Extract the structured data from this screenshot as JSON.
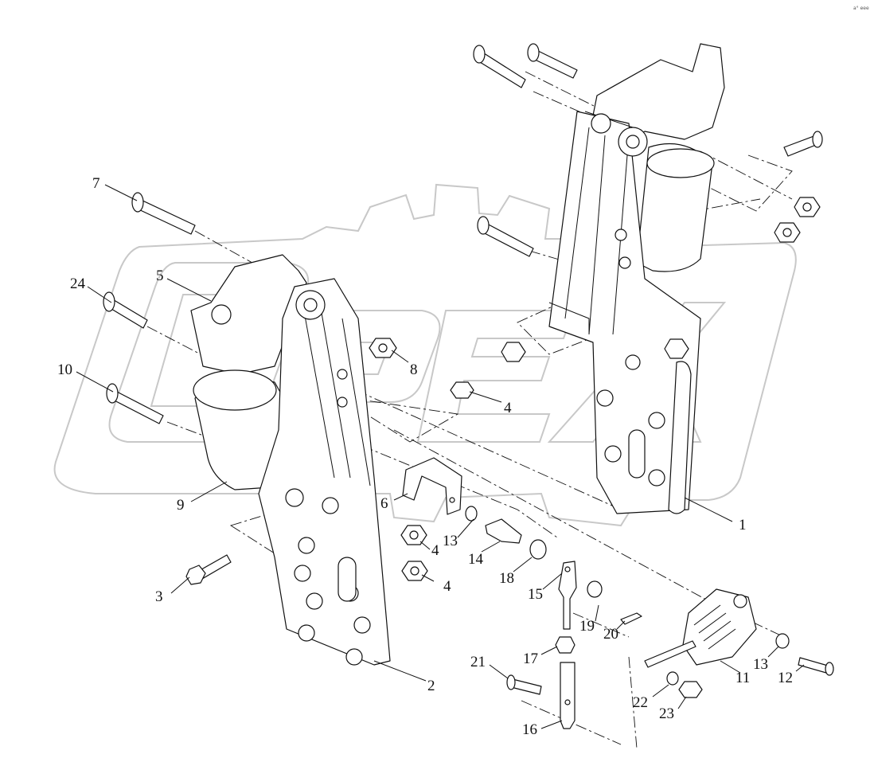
{
  "watermark": "OPEX",
  "corner_text": "a° eee",
  "callouts": [
    {
      "id": "1",
      "label": "1"
    },
    {
      "id": "2",
      "label": "2"
    },
    {
      "id": "3",
      "label": "3"
    },
    {
      "id": "4a",
      "label": "4"
    },
    {
      "id": "4b",
      "label": "4"
    },
    {
      "id": "4c",
      "label": "4"
    },
    {
      "id": "5",
      "label": "5"
    },
    {
      "id": "6",
      "label": "6"
    },
    {
      "id": "7",
      "label": "7"
    },
    {
      "id": "8",
      "label": "8"
    },
    {
      "id": "9",
      "label": "9"
    },
    {
      "id": "10",
      "label": "10"
    },
    {
      "id": "11",
      "label": "11"
    },
    {
      "id": "12",
      "label": "12"
    },
    {
      "id": "13a",
      "label": "13"
    },
    {
      "id": "13b",
      "label": "13"
    },
    {
      "id": "14",
      "label": "14"
    },
    {
      "id": "15",
      "label": "15"
    },
    {
      "id": "16",
      "label": "16"
    },
    {
      "id": "17",
      "label": "17"
    },
    {
      "id": "18",
      "label": "18"
    },
    {
      "id": "19",
      "label": "19"
    },
    {
      "id": "20",
      "label": "20"
    },
    {
      "id": "21",
      "label": "21"
    },
    {
      "id": "22",
      "label": "22"
    },
    {
      "id": "23",
      "label": "23"
    },
    {
      "id": "24",
      "label": "24"
    }
  ]
}
